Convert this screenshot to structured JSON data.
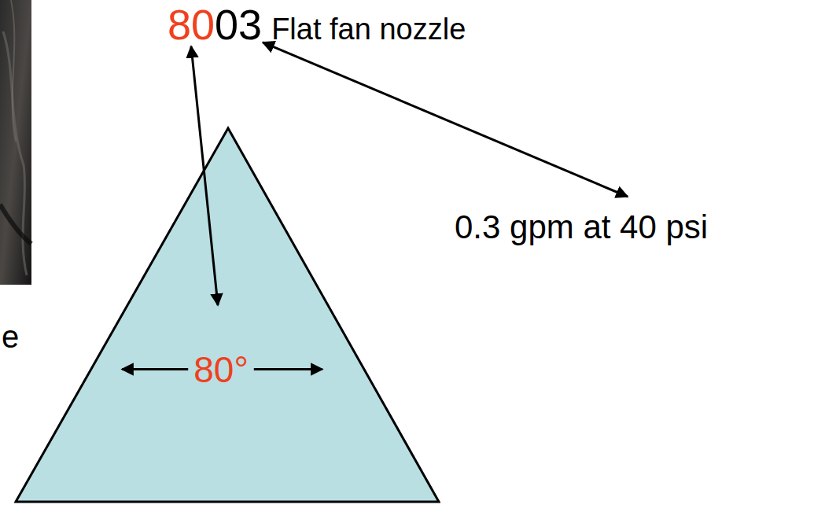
{
  "diagram": {
    "nodes": [
      {
        "text": [
          "80°"
        ]
      }
    ],
    "labels": [
      "80",
      "03",
      "Flat fan nozzle",
      "0.3 gpm at 40 psi",
      "e"
    ]
  }
}
